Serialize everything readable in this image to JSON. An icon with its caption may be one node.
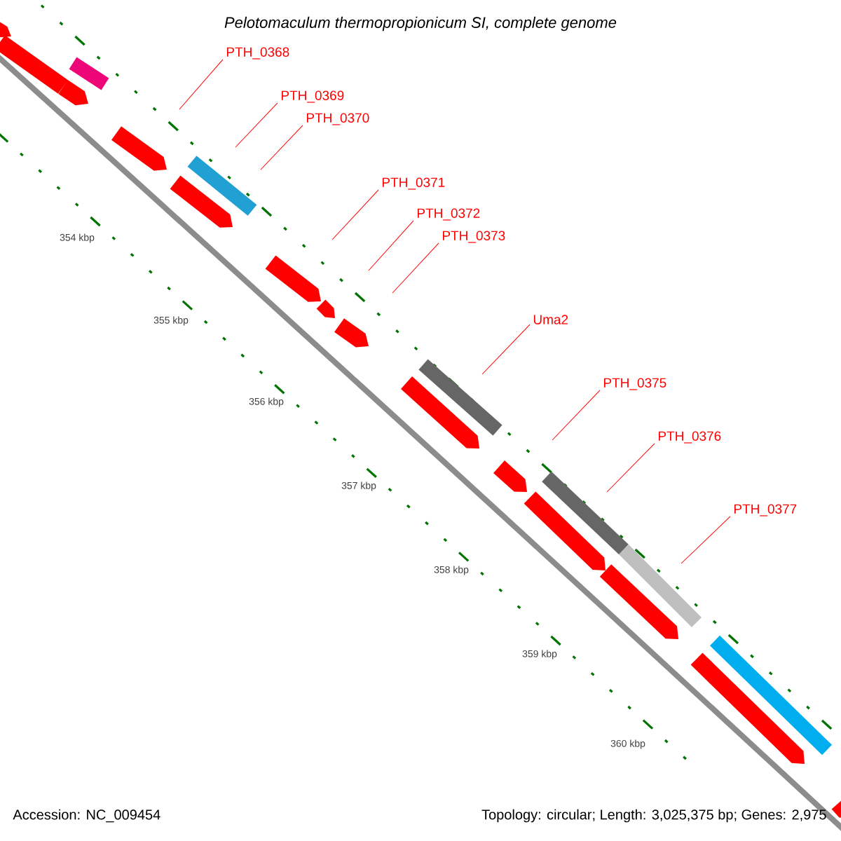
{
  "diagram": {
    "title": "Pelotomaculum thermopropionicum SI, complete genome",
    "nodes": [
      {
        "text": [
          "PTH_0368"
        ]
      },
      {
        "text": [
          "PTH_0369"
        ]
      },
      {
        "text": [
          "PTH_0370"
        ]
      },
      {
        "text": [
          "PTH_0371"
        ]
      },
      {
        "text": [
          "PTH_0372"
        ]
      },
      {
        "text": [
          "PTH_0373"
        ]
      },
      {
        "text": [
          "Uma2"
        ]
      },
      {
        "text": [
          "PTH_0375"
        ]
      },
      {
        "text": [
          "PTH_0376"
        ]
      },
      {
        "text": [
          "PTH_0377"
        ]
      }
    ],
    "edges": [
      {
        "from": 0,
        "to": null,
        "arrow": "none"
      },
      {
        "from": 1,
        "to": null,
        "arrow": "none"
      },
      {
        "from": 2,
        "to": null,
        "arrow": "none"
      },
      {
        "from": 3,
        "to": null,
        "arrow": "none"
      },
      {
        "from": 4,
        "to": null,
        "arrow": "none"
      },
      {
        "from": 5,
        "to": null,
        "arrow": "none"
      },
      {
        "from": 6,
        "to": null,
        "arrow": "none"
      },
      {
        "from": 7,
        "to": null,
        "arrow": "none"
      },
      {
        "from": 8,
        "to": null,
        "arrow": "none"
      },
      {
        "from": 9,
        "to": null,
        "arrow": "none"
      }
    ],
    "labels": [
      "354 kbp",
      "355 kbp",
      "356 kbp",
      "357 kbp",
      "358 kbp",
      "359 kbp",
      "360 kbp",
      "Accession: NC_009454",
      "Topology: circular; Length: 3,025,375 bp; Genes: 2,975"
    ]
  }
}
